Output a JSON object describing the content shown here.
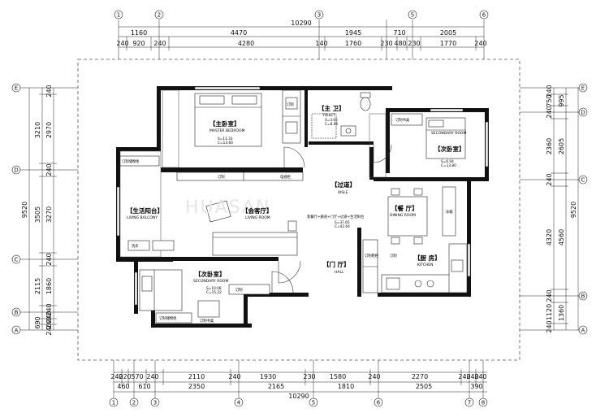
{
  "overall_width": "10290",
  "overall_height": "9520",
  "top_dims_row1": [
    "1160",
    "4470",
    "1945",
    "710",
    "2005"
  ],
  "top_dims_row2": [
    "240",
    "920",
    "240",
    "4280",
    "140",
    "1760",
    "230",
    "480",
    "230",
    "1770",
    "240"
  ],
  "bottom_dims_row1": [
    "240",
    "220",
    "570",
    "240",
    "2110",
    "240",
    "1930",
    "230",
    "1580",
    "240",
    "2270",
    "240",
    "240",
    "240"
  ],
  "bottom_dims_row2": [
    "460",
    "610",
    "2350",
    "2165",
    "1810",
    "2505",
    "390"
  ],
  "left_dims_outer": [
    "3210",
    "3505",
    "2115",
    "690"
  ],
  "left_dims_inner": [
    "240",
    "2970",
    "240",
    "3270",
    "240",
    "1860",
    "240",
    "240",
    "240",
    "240"
  ],
  "right_dims_inner": [
    "240",
    "750",
    "240",
    "2360",
    "240",
    "4320",
    "240",
    "1120",
    "240"
  ],
  "right_dims_outer": [
    "995",
    "2605",
    "4560",
    "1360"
  ],
  "axes_top": [
    "1",
    "2",
    "3",
    "5",
    "6"
  ],
  "axes_bottom": [
    "1",
    "2",
    "3",
    "4",
    "5",
    "6",
    "7",
    "8"
  ],
  "axes_side": [
    "E",
    "D",
    "C",
    "B",
    "A"
  ],
  "axes_right": [
    "E",
    "D",
    "C",
    "B",
    "A"
  ],
  "rooms": {
    "master": {
      "cn": "【主卧室】",
      "en": "MASTER BEDROOM",
      "s": "S=11.33",
      "c": "C=13.60"
    },
    "toilet": {
      "cn": "【主 卫】",
      "en": "TOILET",
      "s": "S=3.65",
      "c": "C=8.06"
    },
    "second_top": {
      "cn": "【次卧室】",
      "en": "SECONDARY ROOM",
      "s": "S=6.94",
      "c": "C=13.80"
    },
    "balcony": {
      "cn": "【生活阳台】",
      "en": "LIVING BALCONY"
    },
    "living": {
      "cn": "【会客厅】",
      "en": "LIVING ROOM"
    },
    "aisle": {
      "cn": "【过道】",
      "en": "AISLE"
    },
    "area_note": "客餐厅+廊道+门厅+过道+生活阳台",
    "area_s": "S=37.65",
    "area_c": "C=42.64",
    "dining": {
      "cn": "【餐 厅】",
      "en": "DINING ROOM"
    },
    "kitchen": {
      "cn": "【厨 房】",
      "en": "KITCHEN"
    },
    "hall": {
      "cn": "【门 厅】",
      "en": "HALL"
    },
    "second_bottom": {
      "cn": "【次卧室】",
      "en": "SECONDARY ROOM",
      "s": "S=10.08",
      "c": "C=15.22"
    }
  },
  "furniture_labels": {
    "wardrobe1": "订制",
    "wardrobe2": "订制",
    "desk_top": "订制书桌",
    "tv_cabinet": "电视柜",
    "custom": "订制",
    "bath_cabinet": "订制储物柜",
    "fridge": "冰箱",
    "shoe_cabinet": "订制鞋柜",
    "desk_bottom": "订制书桌",
    "sink": "洗衣",
    "storage": "订制",
    "balcony_cabinet": "订制储物柜"
  },
  "watermark": "HUASAN"
}
